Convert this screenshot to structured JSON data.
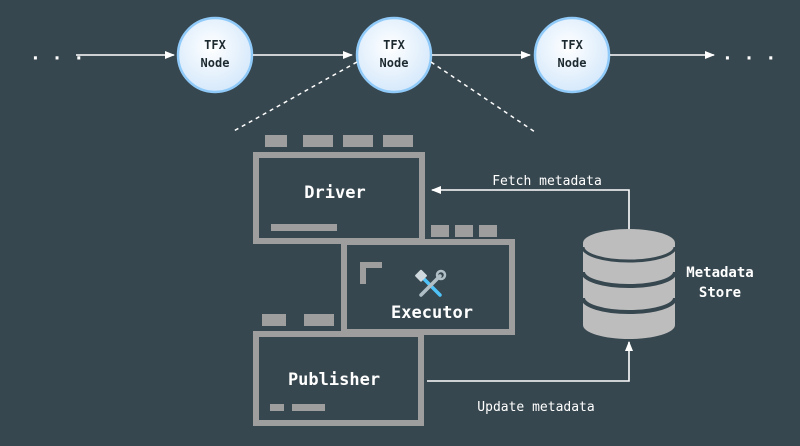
{
  "colors": {
    "background": "#37474f",
    "component_outline": "#9e9e9e",
    "database": "#bdbdbd",
    "node_fill": "#e3f2fd",
    "node_stroke": "#90caf9",
    "text": "#ffffff"
  },
  "pipeline": {
    "leading_ellipsis": "· · ·",
    "trailing_ellipsis": "· · ·",
    "nodes": [
      {
        "line1": "TFX",
        "line2": "Node"
      },
      {
        "line1": "TFX",
        "line2": "Node"
      },
      {
        "line1": "TFX",
        "line2": "Node"
      }
    ]
  },
  "components": {
    "driver": "Driver",
    "executor": "Executor",
    "publisher": "Publisher",
    "executor_icon": "tools-icon"
  },
  "metadata_store": {
    "line1": "Metadata",
    "line2": "Store"
  },
  "flows": {
    "fetch": "Fetch metadata",
    "update": "Update metadata"
  }
}
